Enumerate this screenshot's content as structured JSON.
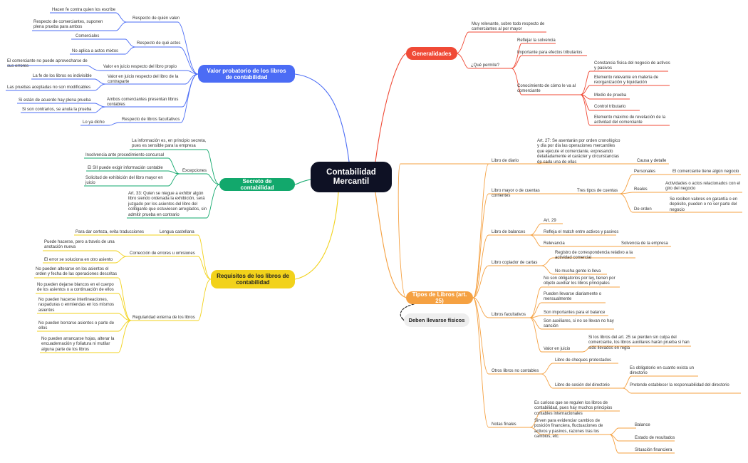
{
  "central": "Contabilidad Mercantil",
  "colors": {
    "valor": "#4b6cf5",
    "secreto": "#12a86c",
    "requisitos": "#f2d21b",
    "generalidades": "#f04a36",
    "tipos": "#f5a142",
    "note": "#eeeeee",
    "central": "#0e1124"
  },
  "valor": {
    "title": "Valor probatorio de los libros de contabilidad",
    "quien": "Respecto de quién valen",
    "quien_a": "Hacen fe contra quien los escribe",
    "quien_b": "Respecto de comerciantes, suponen plena prueba para ambos",
    "actos": "Respecto de qué actos",
    "actos_a": "Comerciales",
    "actos_b": "No aplica a actos mixtos",
    "propio": "Valor en juicio respecto del libro propio",
    "propio_a": "El comerciante no puede aprovecharse de sus errores",
    "contraparte": "Valor en juicio respecto del libro de la contraparte",
    "contraparte_a": "La fe de los libros es indivisible",
    "contraparte_b": "Las pruebas aceptadas no son modificables",
    "ambos": "Ambos comerciantes presentan libros contables",
    "ambos_a": "Si están de acuerdo hay plena prueba",
    "ambos_b": "Si son contrarios, se anula la prueba",
    "facultativos": "Respecto de libros facultativos",
    "facultativos_a": "Lo ya dicho"
  },
  "secreto": {
    "title": "Secreto de contabilidad",
    "info": "La información es, en principio secreta, pues es sensible para la empresa",
    "excepciones": "Excepciones",
    "exc_a": "Insolvencia ante procedimiento concursal",
    "exc_b": "El SII puede exigir información contable",
    "exc_c": "Solicitud de exhibición del libro mayor en juicio",
    "art33": "Art. 33: Quien se niegue a exhibir algún libro siendo ordenada la exhibición, será juzgado por los asientos del libro del colitigante que estuviesen arreglados, sin admitir prueba en contrario"
  },
  "requisitos": {
    "title": "Requisitos de los libros de contabilidad",
    "lengua": "Lengua castellana",
    "lengua_a": "Para dar certeza, evita traducciones",
    "correccion": "Corrección de errores u omisiones",
    "corr_a": "Puede hacerse, pero a través de una anotación nueva",
    "corr_b": "El error se soluciona en otro asiento",
    "regularidad": "Regularidad externa de los libros",
    "reg_a": "No pueden alterarse en los asientos el orden y fecha de las operaciones descritas",
    "reg_b": "No pueden dejarse blancos en el cuerpo de los asientos o a continuación de ellos",
    "reg_c": "No pueden hacerse interlineaciones, raspaduras o enmiendas en los mismos asientos",
    "reg_d": "No pueden borrarse asientos o parte de ellos",
    "reg_e": "No pueden arrancarse hojas, alterar la encuadernación y foliatura ni mutilar alguna parte de los libros"
  },
  "generalidades": {
    "title": "Generalidades",
    "relevante": "Muy relevante, sobre todo respecto de comerciantes al por mayor",
    "permite": "¿Qué permite?",
    "solvencia": "Reflejar la solvencia",
    "tributarios": "Importante para efectos tributarios",
    "conocimiento": "Conocimiento de cómo le va al comerciante",
    "con_a": "Constancia física del negocio de activos y pasivos",
    "con_b": "Elemento relevante en materia de reorganización y liquidación",
    "con_c": "Medio de prueba",
    "con_d": "Control tributario",
    "con_e": "Elemento máximo de revelación de la actividad del comerciante"
  },
  "tipos": {
    "title": "Tipos de Libros (art. 25)",
    "note": "Deben llevarse físicos",
    "diario": "Libro de diario",
    "diario_art": "Art. 27: Se asentarán por orden cronológico y día por día las operaciones mercantiles que ejecute el comerciante, expresando detalladamente el carácter y circunstancias de cada una de ellas",
    "diario_causa": "Causa y detalle",
    "mayor": "Libro mayor o de cuentas corrientes",
    "tres": "Tres tipos de cuentas",
    "personales": "Personales",
    "personales_a": "El comerciante tiene algún negocio",
    "reales": "Reales",
    "reales_a": "Actividades o actos relacionados con el giro del negocio",
    "orden": "De orden",
    "orden_a": "Se reciben valores en garantía o en depósito, pueden o no ser parte del negocio",
    "balances": "Libro de balances",
    "bal_art": "Art. 29",
    "bal_match": "Refleja el match entre activos y pasivos",
    "bal_rel": "Relevancia",
    "bal_solv": "Solvencia de la empresa",
    "copiador": "Libro copiador de cartas",
    "cop_a": "Registro de correspondencia relativo a la actividad comercial",
    "cop_b": "No mucha gente lo lleva",
    "facultativos": "Libros facultativos",
    "fac_a": "No son obligatorios por ley, tienen por objeto auxiliar los libros principales",
    "fac_b": "Pueden llevarse diariamente o mensualmente",
    "fac_c": "Son importantes para el balance",
    "fac_d": "Son auxiliares, si no se llevan no hay sanción",
    "fac_valor": "Valor en juicio",
    "fac_valor_a": "Si los libros del art. 25 se pierden sin culpa del comerciante, los libros auxiliares harán prueba si han sido llevados en regla",
    "otros": "Otros libros no contables",
    "otros_a": "Libro de cheques protestados",
    "otros_b": "Libro de sesión del directorio",
    "otros_b1": "Es obligatorio en cuanto exista un directorio",
    "otros_b2": "Pretende establecer la responsabilidad del directorio",
    "notas": "Notas finales",
    "notas_a": "Es curioso que se regulen los libros de contabilidad, pues hay muchos principios contables internacionales",
    "notas_b": "Sirven para evidenciar cambios de posición financiera, fluctuaciones de activos y pasivos, razones tras los cambios, etc.",
    "balance": "Balance",
    "resultados": "Estado de resultados",
    "situacion": "Situación financiera"
  }
}
